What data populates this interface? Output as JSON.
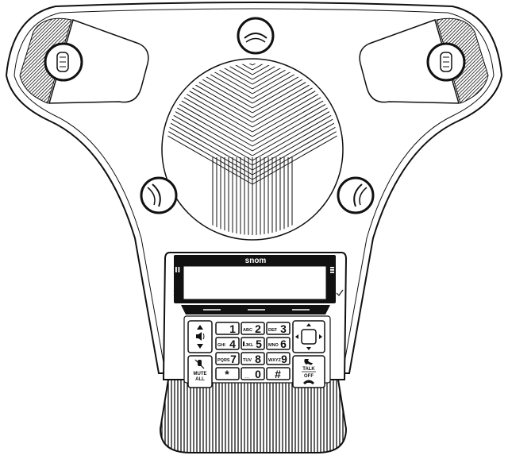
{
  "device": {
    "brand": "snom"
  },
  "keypad": {
    "keys": [
      {
        "digit": "1",
        "letters": ""
      },
      {
        "digit": "2",
        "letters": "ABC"
      },
      {
        "digit": "3",
        "letters": "DEF"
      },
      {
        "digit": "4",
        "letters": "GHI"
      },
      {
        "digit": "5",
        "letters": "JKL"
      },
      {
        "digit": "6",
        "letters": "MNO"
      },
      {
        "digit": "7",
        "letters": "PQRS"
      },
      {
        "digit": "8",
        "letters": "TUV"
      },
      {
        "digit": "9",
        "letters": "WXYZ"
      },
      {
        "digit": "*",
        "letters": ""
      },
      {
        "digit": "0",
        "letters": "__"
      },
      {
        "digit": "#",
        "letters": ""
      }
    ],
    "mute_label_line1": "MUTE",
    "mute_label_line2": "ALL",
    "talk_label": "TALK",
    "off_label": "OFF"
  },
  "icons": {
    "volume": "speaker-volume-icon",
    "mute": "mic-mute-icon",
    "talk": "handset-up-icon",
    "hangup": "handset-down-icon",
    "cancel": "x-icon",
    "ok": "check-icon",
    "nav": "dpad-icon",
    "mic": "microphone-icon"
  },
  "colors": {
    "outline": "#111111",
    "body": "#ffffff",
    "display": "#ffffff",
    "display_frame": "#111111"
  }
}
